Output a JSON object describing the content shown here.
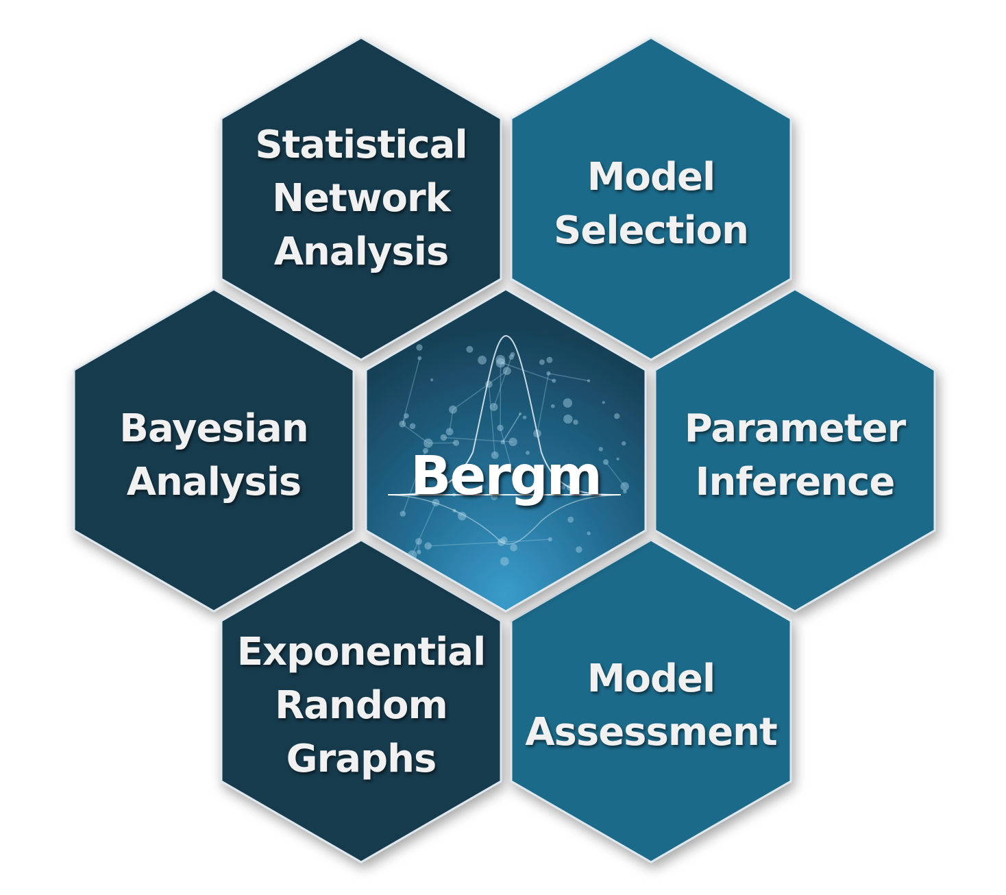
{
  "diagram": {
    "center": {
      "label": "Bergm",
      "icon": "network-bell-curve-icon"
    },
    "hexagons": [
      {
        "key": "top-left",
        "label": "Statistical\nNetwork\nAnalysis",
        "color": "#143b4e"
      },
      {
        "key": "top-right",
        "label": "Model\nSelection",
        "color": "#1f6a8a"
      },
      {
        "key": "middle-left",
        "label": "Bayesian\nAnalysis",
        "color": "#143b4e"
      },
      {
        "key": "middle-right",
        "label": "Parameter\nInference",
        "color": "#1f6a8a"
      },
      {
        "key": "bottom-left",
        "label": "Exponential\nRandom\nGraphs",
        "color": "#143b4e"
      },
      {
        "key": "bottom-right",
        "label": "Model\nAssessment",
        "color": "#1f6a8a"
      }
    ],
    "colors": {
      "dark": "#143b4e",
      "light": "#1f6a8a",
      "center_top": "#1b4f6b",
      "center_bottom": "#2b86b2",
      "border": "#dfe8ee"
    }
  }
}
